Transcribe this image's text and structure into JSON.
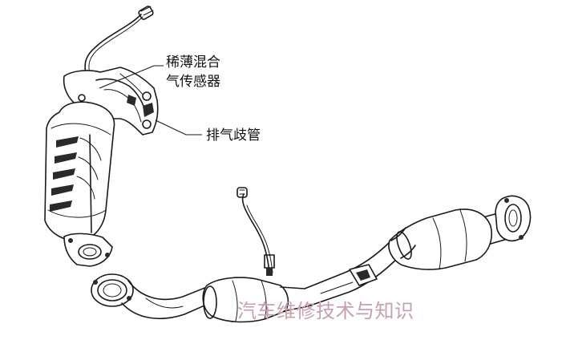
{
  "labels": {
    "sensor_line1": "稀薄混合",
    "sensor_line2": "气传感器",
    "manifold": "排气歧管"
  },
  "watermark": {
    "text": "汽车维修技术与知识",
    "color": "#c8a0a8"
  },
  "colors": {
    "line": "#1a1a1a",
    "background": "#ffffff"
  }
}
